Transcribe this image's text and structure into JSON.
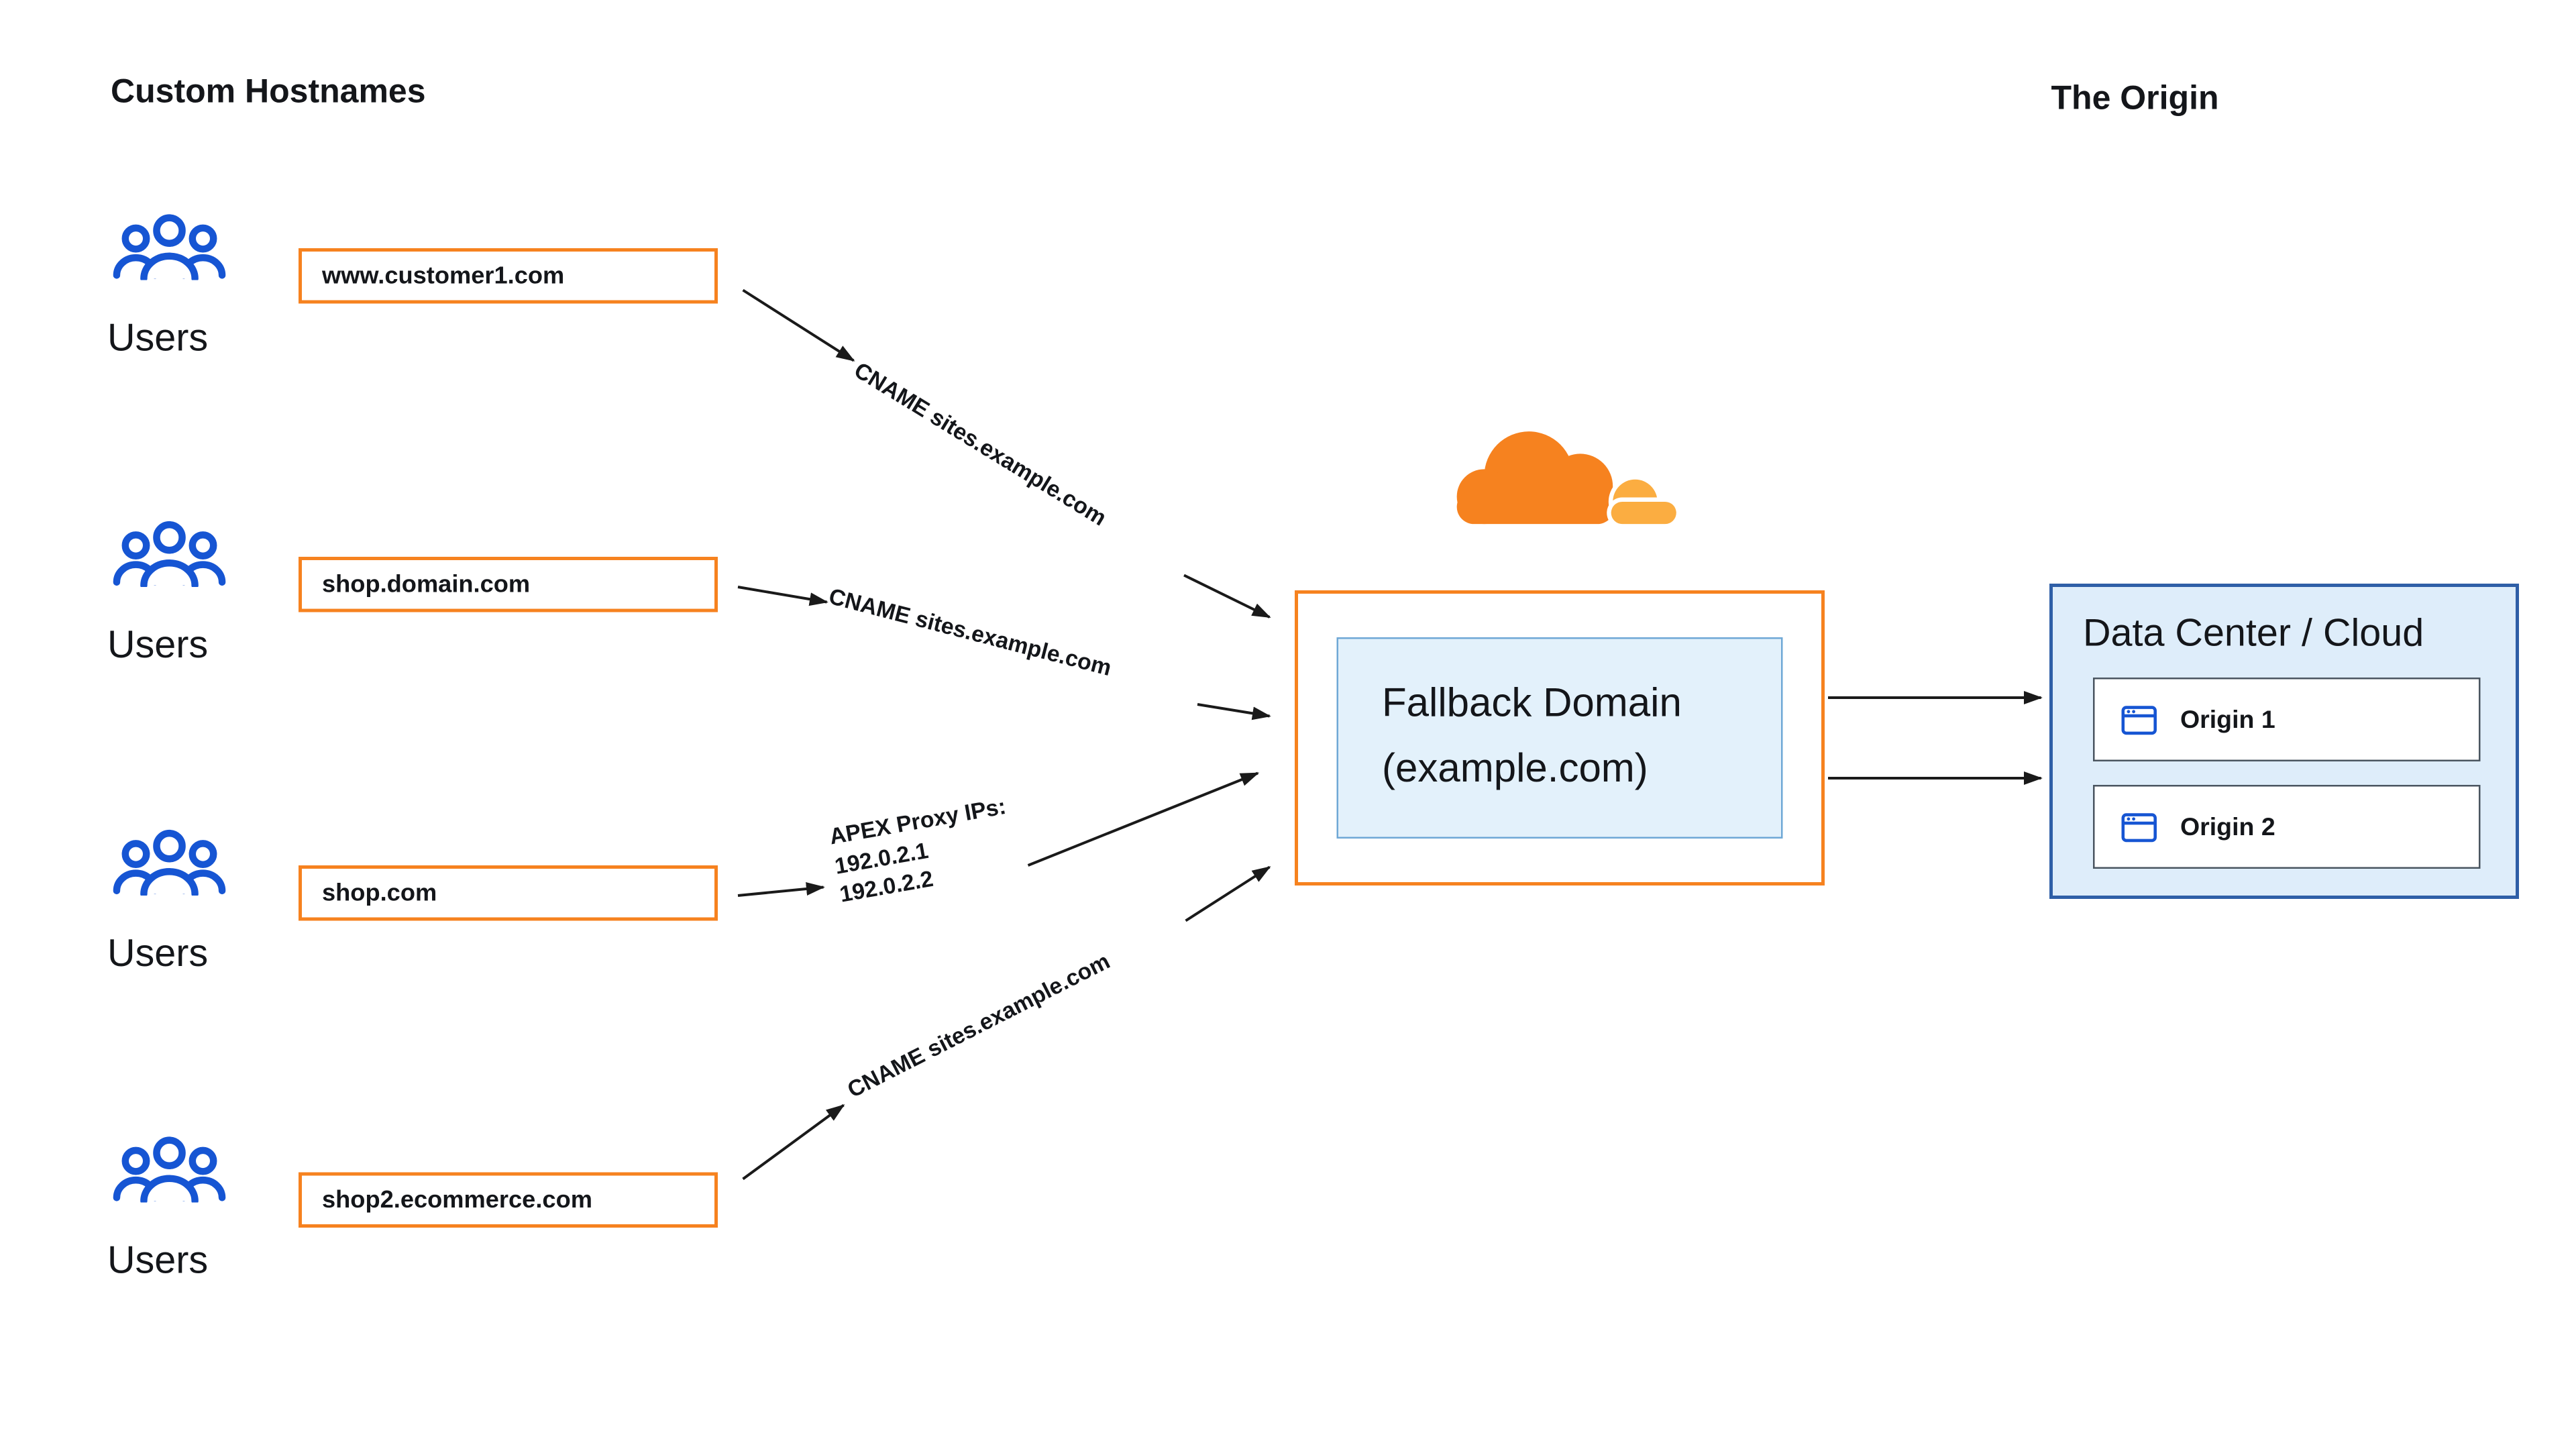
{
  "titles": {
    "custom_hostnames": "Custom Hostnames",
    "the_origin": "The Origin"
  },
  "hostname_rows": [
    {
      "users_label": "Users",
      "hostname": "www.customer1.com"
    },
    {
      "users_label": "Users",
      "hostname": "shop.domain.com"
    },
    {
      "users_label": "Users",
      "hostname": "shop.com"
    },
    {
      "users_label": "Users",
      "hostname": "shop2.ecommerce.com"
    }
  ],
  "connections": [
    {
      "text": "CNAME sites.example.com"
    },
    {
      "text": "CNAME sites.example.com"
    },
    {
      "lines": [
        "APEX Proxy IPs:",
        "192.0.2.1",
        "192.0.2.2"
      ]
    },
    {
      "text": "CNAME sites.example.com"
    }
  ],
  "fallback": {
    "line1": "Fallback Domain",
    "line2": "(example.com)"
  },
  "origin": {
    "title": "Data Center / Cloud",
    "items": [
      {
        "label": "Origin 1"
      },
      {
        "label": "Origin 2"
      }
    ]
  },
  "icons": {
    "users": "users-group-icon",
    "cloudflare": "cloudflare-logo",
    "browser": "browser-window-icon"
  },
  "colors": {
    "orange": "#F6821F",
    "orange_light": "#FBAD41",
    "blue_icon": "#1655D3",
    "origin_panel_fill": "#DEEDFA",
    "origin_panel_border": "#2F5FA7",
    "fallback_fill": "#E3F1FB",
    "fallback_border": "#6FA8D6",
    "arrow": "#1A1A1A",
    "text": "#14161A"
  }
}
